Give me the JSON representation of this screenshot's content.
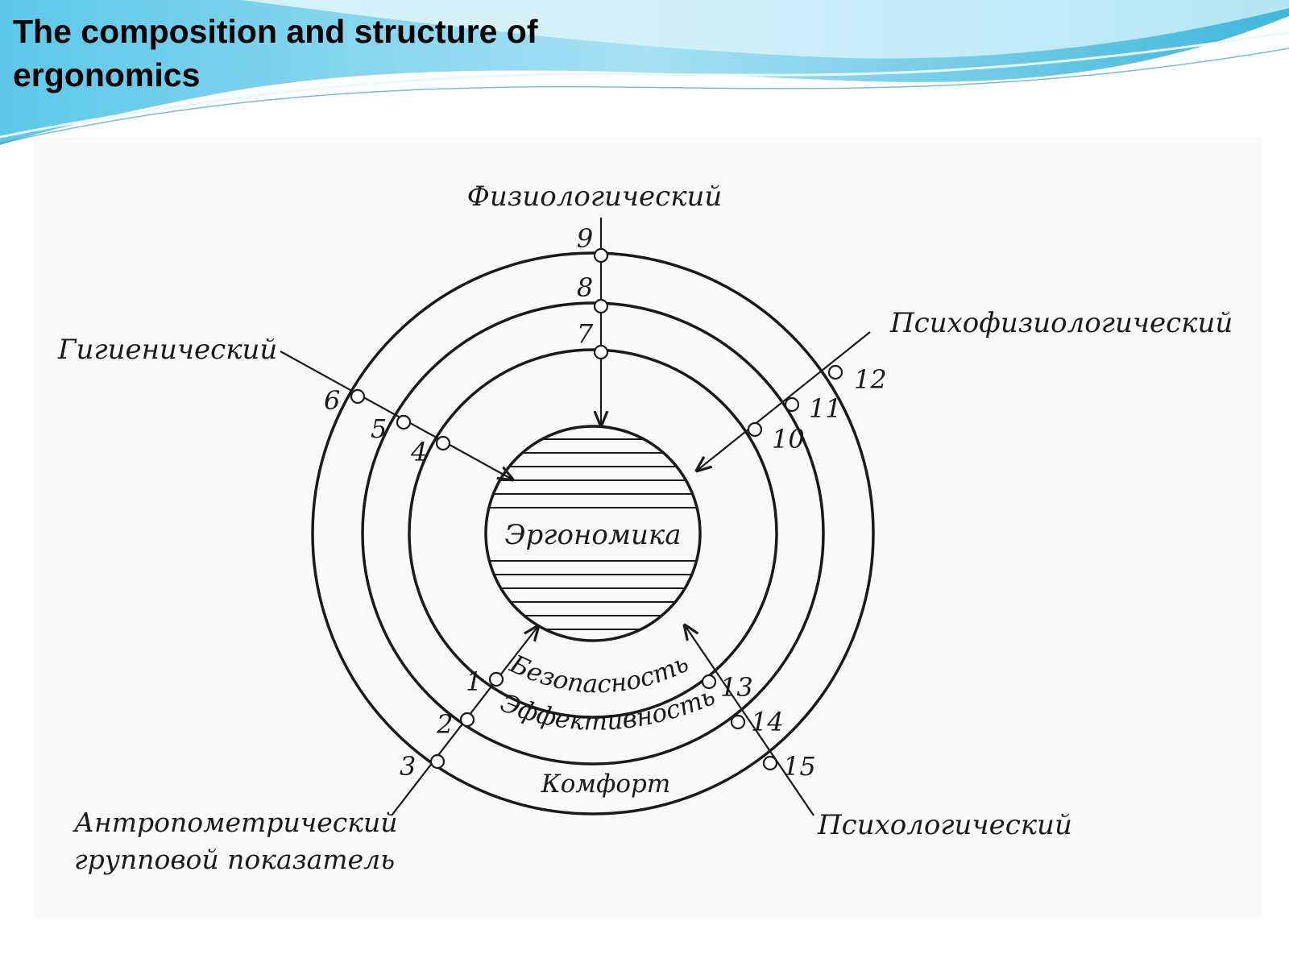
{
  "slide": {
    "title": "The composition and structure of ergonomics"
  },
  "diagram": {
    "center_label": "Эргономика",
    "rings": [
      {
        "label": "Безопасность"
      },
      {
        "label": "Эффективность"
      },
      {
        "label": "Комфорт"
      }
    ],
    "factors": [
      {
        "label": "Физиологический",
        "points": [
          "7",
          "8",
          "9"
        ]
      },
      {
        "label": "Психофизиологический",
        "points": [
          "10",
          "11",
          "12"
        ]
      },
      {
        "label": "Гигиенический",
        "points": [
          "4",
          "5",
          "6"
        ]
      },
      {
        "label": "Психологический",
        "points": [
          "13",
          "14",
          "15"
        ]
      },
      {
        "label_line1": "Антропометрический",
        "label_line2": "групповой показатель",
        "points": [
          "1",
          "2",
          "3"
        ]
      }
    ]
  },
  "colors": {
    "header_wave_light": "#bfe9f7",
    "header_wave_mid": "#6fcbe6",
    "header_wave_dark": "#2aa9cf",
    "diagram_ink": "#1a1a1a",
    "diagram_background": "#fafafa"
  }
}
